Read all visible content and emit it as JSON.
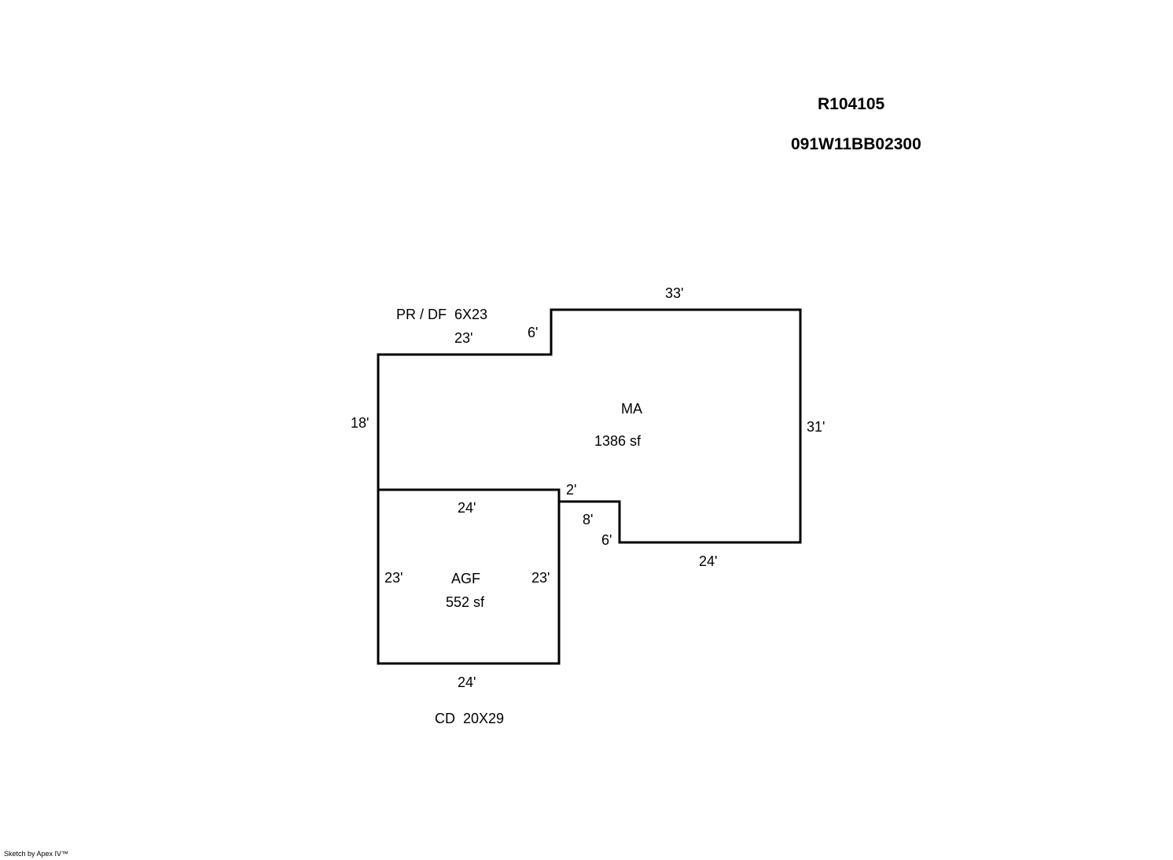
{
  "header": {
    "record_id": "R104105",
    "parcel_number": "091W11BB02300"
  },
  "areas": {
    "main": {
      "code": "MA",
      "area": "1386 sf"
    },
    "garage": {
      "code": "AGF",
      "area": "552 sf"
    }
  },
  "notes": {
    "porch": "PR / DF  6X23",
    "deck": "CD  20X29"
  },
  "dimensions": {
    "ma_top": "33'",
    "ma_step": "6'",
    "ma_upper_left": "23'",
    "ma_left": "18'",
    "ma_right": "31'",
    "ma_notch_top": "2'",
    "ma_notch_side": "8'",
    "ma_notch_step": "6'",
    "ma_bottom": "24'",
    "agf_top": "24'",
    "agf_left": "23'",
    "agf_right": "23'",
    "agf_bottom": "24'"
  },
  "footer": {
    "credit": "Sketch by Apex IV™"
  }
}
